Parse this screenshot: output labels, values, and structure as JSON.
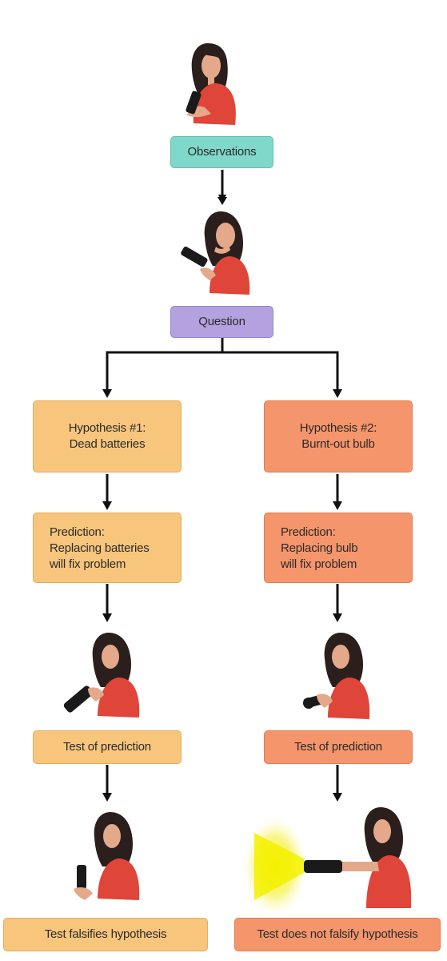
{
  "diagram": {
    "observations": "Observations",
    "question": "Question",
    "left": {
      "hypothesis": "Hypothesis #1:\nDead batteries",
      "prediction": "Prediction:\nReplacing batteries\nwill fix problem",
      "test": "Test of prediction",
      "result": "Test falsifies hypothesis"
    },
    "right": {
      "hypothesis": "Hypothesis #2:\nBurnt-out bulb",
      "prediction": "Prediction:\nReplacing bulb\nwill fix problem",
      "test": "Test of prediction",
      "result": "Test does not falsify hypothesis"
    },
    "colors": {
      "observations": "#7fd8c9",
      "question": "#b3a2df",
      "left_branch": "#f7c57c",
      "right_branch": "#f5956b",
      "figure_shirt": "#e0453a",
      "flash_light": "#f4f000"
    }
  }
}
